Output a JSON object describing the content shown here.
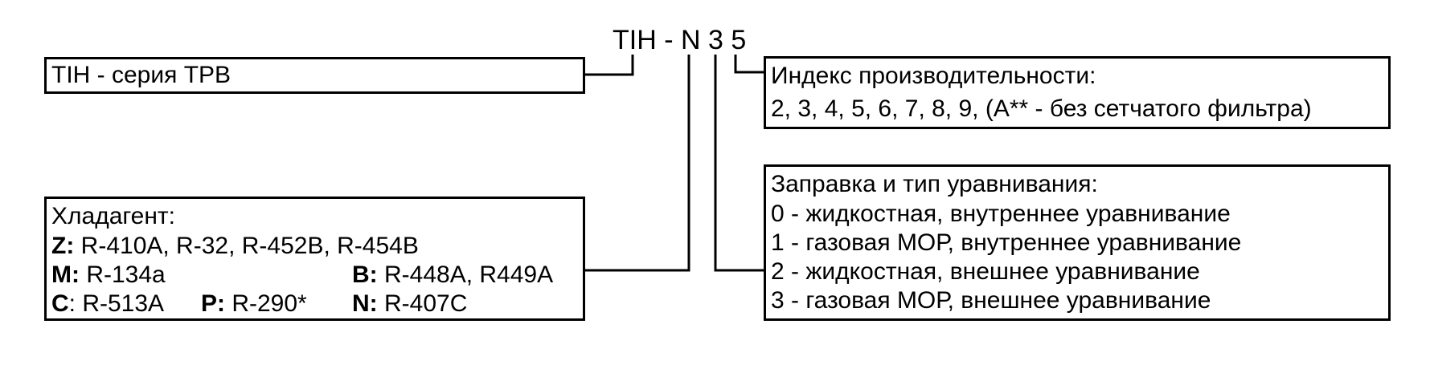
{
  "code": {
    "prefix": "TIH",
    "dash": "-",
    "refrigerant_code": "N",
    "charge_code": "3",
    "capacity_code": "5"
  },
  "series_box": {
    "text": "TIH - серия ТРВ"
  },
  "refrigerant_box": {
    "title": "Хладагент:",
    "z_key": "Z:",
    "z_value": "R-410A, R-32, R-452B, R-454B",
    "m_key": "M:",
    "m_value": "R-134a",
    "b_key": "B:",
    "b_value": "R-448A, R449A",
    "c_key": "C",
    "c_value": ": R-513A",
    "p_key": "P:",
    "p_value": "R-290*",
    "n_key": "N:",
    "n_value": "R-407C"
  },
  "capacity_box": {
    "title": "Индекс производительности:",
    "values": "2, 3, 4, 5, 6, 7, 8, 9, (A** - без сетчатого фильтра)"
  },
  "charge_box": {
    "title": "Заправка и тип уравнивания:",
    "items": [
      "0 - жидкостная, внутреннее уравнивание",
      "1 - газовая МОР, внутреннее уравнивание",
      "2 - жидкостная, внешнее уравнивание",
      "3 - газовая МОР, внешнее уравнивание"
    ]
  }
}
